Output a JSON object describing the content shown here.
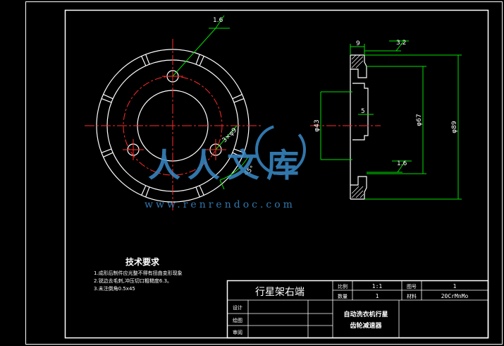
{
  "drawing": {
    "surface_finish_marks": [
      "1.6",
      "3.2",
      "1.6"
    ],
    "dimensions": {
      "hole_dia": "3×φ9",
      "angle": "45°",
      "width_top": "9",
      "step": "5",
      "dia_inner": "φ43",
      "dia_mid": "φ67",
      "dia_outer": "φ89"
    }
  },
  "notes": {
    "title": "技术要求",
    "items": [
      "1.成形后制件应光整不得有扭曲变形现象",
      "2.锐边去毛刺,冲压切口粗糙度6.3。",
      "3.未注倒角0.5x45"
    ]
  },
  "title_block": {
    "part_name": "行星架右端",
    "scale_label": "比例",
    "scale_value": "1:1",
    "drawing_no_label": "图号",
    "drawing_no_value": "1",
    "qty_label": "数量",
    "qty_value": "1",
    "material_label": "材料",
    "material_value": "20CrMnMo",
    "design_label": "设计",
    "draw_label": "绘图",
    "review_label": "审阅",
    "project_line1": "自动洗衣机行星",
    "project_line2": "齿轮减速器"
  },
  "watermark": {
    "text": "人人文库",
    "url": "www.renrendoc.com"
  },
  "colors": {
    "outline": "#ffffff",
    "centerline": "#ff2a2a",
    "dimension": "#00e000",
    "watermark": "#3a8bc9"
  }
}
